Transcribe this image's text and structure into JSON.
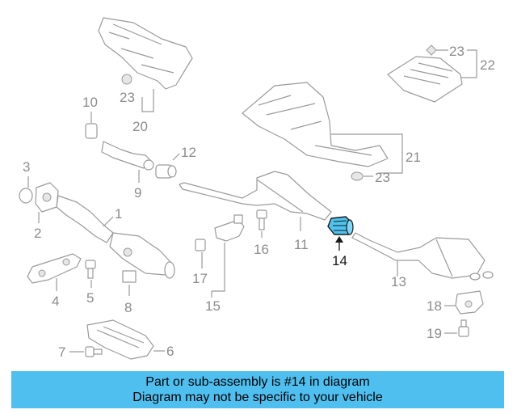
{
  "diagram": {
    "callouts": {
      "c1": "1",
      "c2": "2",
      "c3": "3",
      "c4": "4",
      "c5": "5",
      "c6": "6",
      "c7": "7",
      "c8": "8",
      "c9": "9",
      "c10": "10",
      "c11": "11",
      "c12": "12",
      "c13": "13",
      "c14": "14",
      "c15": "15",
      "c16": "16",
      "c17": "17",
      "c18": "18",
      "c19": "19",
      "c20": "20",
      "c21": "21",
      "c22": "22",
      "c23a": "23",
      "c23b": "23",
      "c23c": "23"
    },
    "highlight_color": "#4fc3ef",
    "highlighted_part": "14"
  },
  "banner": {
    "line1": "Part or sub-assembly is #14 in diagram",
    "line2": "Diagram may not be specific to your vehicle",
    "background": "#4fbff0"
  }
}
